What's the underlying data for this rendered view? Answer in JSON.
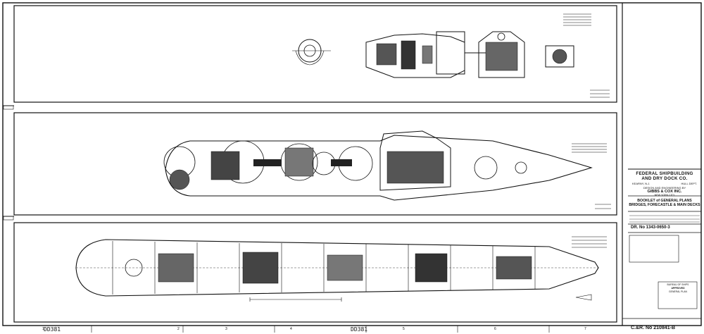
{
  "title_block": {
    "company_line1": "FEDERAL SHIPBUILDING",
    "company_line2": "AND DRY DOCK CO.",
    "location_left": "KEARNY, N.J.",
    "location_right": "HULL DEPT.",
    "design_line": "DESIGN AND ENGINEERING BY",
    "designer": "GIBBS & COX INC.",
    "designer_city": "NEW YORK CITY",
    "booklet_line1": "BOOKLET of GENERAL PLANS",
    "booklet_line2": "BRIDGES, FORECASTLE & MAIN DECKS",
    "drawing_number": "DR. No 1343-0650-3"
  },
  "footer": {
    "hull_left": "DD381",
    "hull_center": "DD381",
    "cnr_number": "C.&R. No 210841-B",
    "zone_numbers": [
      "1",
      "2",
      "3",
      "4",
      "5",
      "6",
      "7"
    ]
  },
  "stamp": {
    "line1": "BUREAU OF SHIPS",
    "line2": "APPROVED",
    "line3": "GENERAL PLAN"
  },
  "icons": {
    "ship_plan_1": "bridge-deck-plan",
    "ship_plan_2": "forecastle-deck-plan",
    "ship_plan_3": "main-deck-plan"
  }
}
